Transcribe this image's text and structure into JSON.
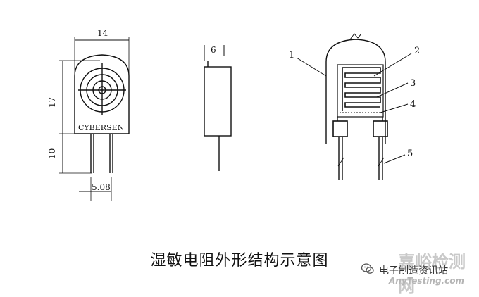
{
  "title": "湿敏电阻外形结构示意图",
  "front_view": {
    "dimension_width": "14",
    "dimension_height_body": "17",
    "dimension_height_leads": "10",
    "dimension_lead_spacing": "5.08",
    "brand_label": "CYBERSEN"
  },
  "side_view": {
    "dimension_thickness": "6"
  },
  "structure_view": {
    "callouts": [
      "1",
      "2",
      "3",
      "4",
      "5"
    ]
  },
  "watermark": {
    "site_name": "嘉峪检测网",
    "channel_name": "电子制造资讯站",
    "sub_text": "AnyTesting.com",
    "icon": "wechat-icon"
  }
}
